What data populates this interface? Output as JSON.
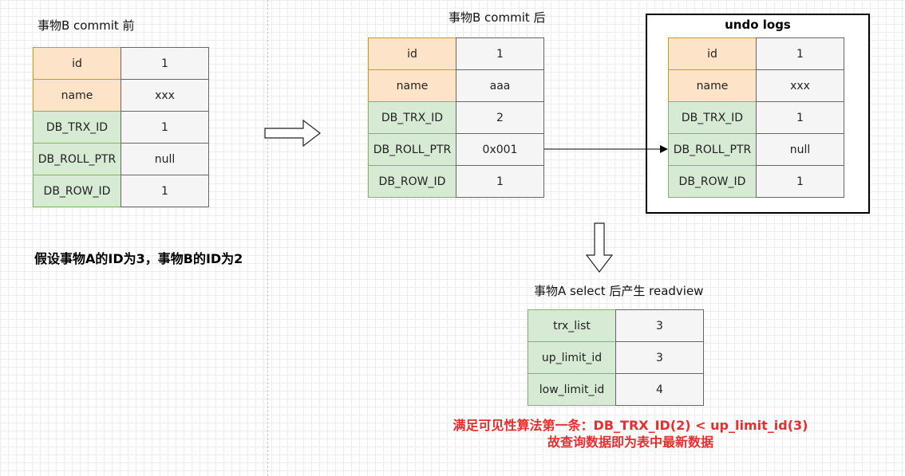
{
  "before": {
    "caption": "事物B commit 前",
    "rows": [
      {
        "key": "id",
        "value": "1",
        "tone": "orange"
      },
      {
        "key": "name",
        "value": "xxx",
        "tone": "orange"
      },
      {
        "key": "DB_TRX_ID",
        "value": "1",
        "tone": "green"
      },
      {
        "key": "DB_ROLL_PTR",
        "value": "null",
        "tone": "green"
      },
      {
        "key": "DB_ROW_ID",
        "value": "1",
        "tone": "green"
      }
    ]
  },
  "after": {
    "caption": "事物B commit 后",
    "rows": [
      {
        "key": "id",
        "value": "1",
        "tone": "orange"
      },
      {
        "key": "name",
        "value": "aaa",
        "tone": "orange"
      },
      {
        "key": "DB_TRX_ID",
        "value": "2",
        "tone": "green"
      },
      {
        "key": "DB_ROLL_PTR",
        "value": "0x001",
        "tone": "green"
      },
      {
        "key": "DB_ROW_ID",
        "value": "1",
        "tone": "green"
      }
    ]
  },
  "undo": {
    "title": "undo logs",
    "rows": [
      {
        "key": "id",
        "value": "1",
        "tone": "orange"
      },
      {
        "key": "name",
        "value": "xxx",
        "tone": "orange"
      },
      {
        "key": "DB_TRX_ID",
        "value": "1",
        "tone": "green"
      },
      {
        "key": "DB_ROLL_PTR",
        "value": "null",
        "tone": "green"
      },
      {
        "key": "DB_ROW_ID",
        "value": "1",
        "tone": "green"
      }
    ]
  },
  "readview": {
    "caption": "事物A select 后产生 readview",
    "rows": [
      {
        "key": "trx_list",
        "value": "3",
        "tone": "green"
      },
      {
        "key": "up_limit_id",
        "value": "3",
        "tone": "green"
      },
      {
        "key": "low_limit_id",
        "value": "4",
        "tone": "green"
      }
    ]
  },
  "assumption": "假设事物A的ID为3，事物B的ID为2",
  "note": {
    "line1": "满足可见性算法第一条：DB_TRX_ID(2) < up_limit_id(3)",
    "line2": "故查询数据即为表中最新数据"
  },
  "colors": {
    "orange_fill": "#fde4c8",
    "orange_border": "#d79b00",
    "green_fill": "#d6ead4",
    "green_border": "#82b366",
    "value_fill": "#f5f5f5",
    "note_red": "#e52e2e"
  }
}
